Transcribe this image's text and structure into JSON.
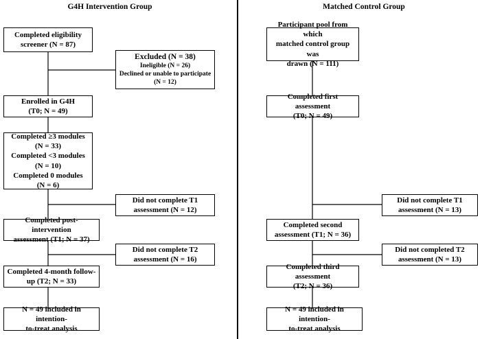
{
  "left": {
    "heading": "G4H Intervention Group",
    "screener": [
      "Completed eligibility",
      "screener (N = 87)"
    ],
    "excluded": {
      "title": "Excluded (N = 38)",
      "ineligible": "Ineligible (N = 26)",
      "declined": [
        "Declined or unable to participate",
        "(N = 12)"
      ]
    },
    "enrolled": [
      "Enrolled in G4H",
      "(T0; N = 49)"
    ],
    "modules": [
      "Completed ≥3 modules",
      "(N = 33)",
      "Completed <3 modules",
      "(N = 10)",
      "Completed 0 modules",
      "(N = 6)"
    ],
    "t1_missing": [
      "Did not complete T1",
      "assessment (N = 12)"
    ],
    "post": [
      "Completed post-intervention",
      "assessment (T1; N = 37)"
    ],
    "t2_missing": [
      "Did not complete T2",
      "assessment (N = 16)"
    ],
    "followup": [
      "Completed 4-month follow-",
      "up (T2; N = 33)"
    ],
    "itt": [
      "N = 49 included in intention-",
      "to-treat analysis"
    ]
  },
  "right": {
    "heading": "Matched Control Group",
    "pool": [
      "Participant pool from which",
      "matched control group was",
      "drawn (N = 111)"
    ],
    "first": [
      "Completed first assessment",
      "(T0; N = 49)"
    ],
    "t1_missing": [
      "Did not complete T1",
      "assessment (N = 13)"
    ],
    "second": [
      "Completed second",
      "assessment (T1; N = 36)"
    ],
    "t2_missing": [
      "Did not completed T2",
      "assessment (N = 13)"
    ],
    "third": [
      "Completed third assessment",
      "(T2; N = 36)"
    ],
    "itt": [
      "N = 49 included in intention-",
      "to-treat analysis"
    ]
  }
}
